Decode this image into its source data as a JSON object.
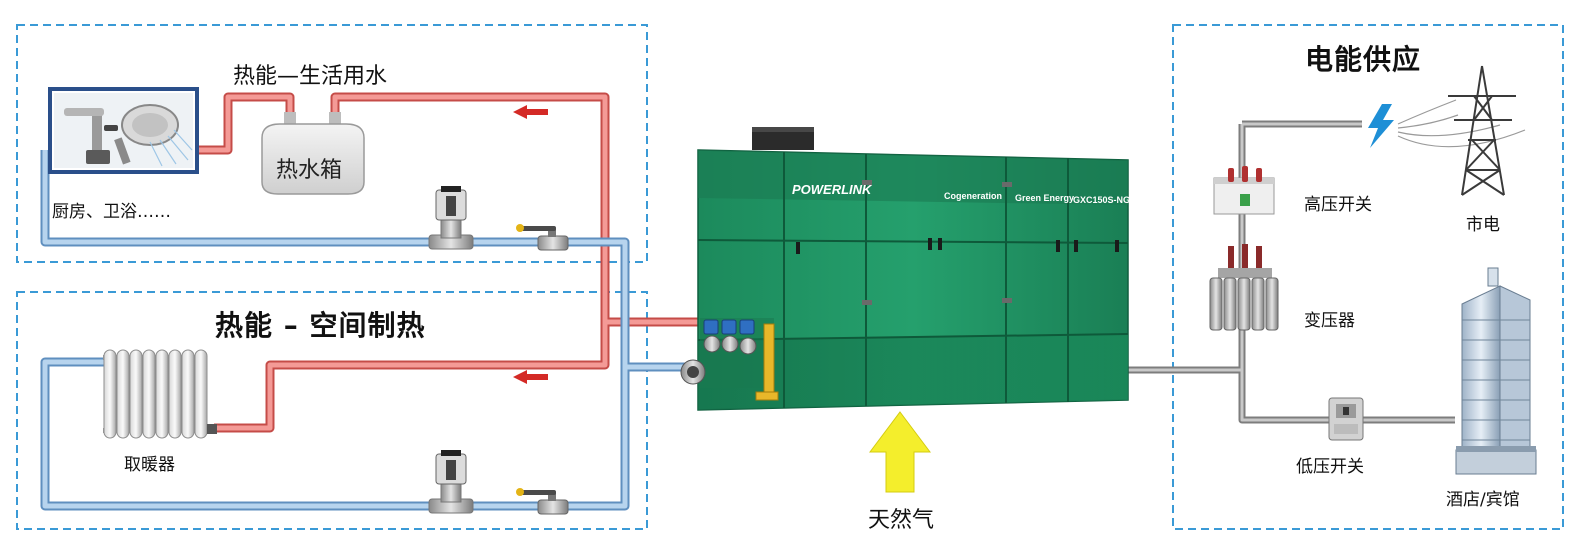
{
  "heat_water": {
    "title": "热能—生活用水",
    "fixture_label": "厨房、卫浴……",
    "tank_label": "热水箱"
  },
  "space_heating": {
    "title": "热能 – 空间制热",
    "radiator_label": "取暖器"
  },
  "generator": {
    "brand": "POWERLINK",
    "panel_1": "Cogeneration",
    "panel_2": "Green Energy",
    "panel_3": "GXC150S-NG"
  },
  "gas_input": {
    "label": "天然气"
  },
  "power_supply": {
    "title": "电能供应",
    "high_voltage_switch": "高压开关",
    "grid": "市电",
    "transformer": "变压器",
    "low_voltage_switch": "低压开关",
    "hotel": "酒店/宾馆"
  },
  "colors": {
    "hot_pipe": "#e8706c",
    "cold_pipe": "#8ab4dc",
    "electric_line": "#9b9b9b",
    "dashed_border": "#3a9ad6",
    "flow_arrow": "#d42a26",
    "gas_arrow": "#f4ee2c",
    "generator_green": "#1f8f61",
    "bolt": "#1e8fd6"
  }
}
